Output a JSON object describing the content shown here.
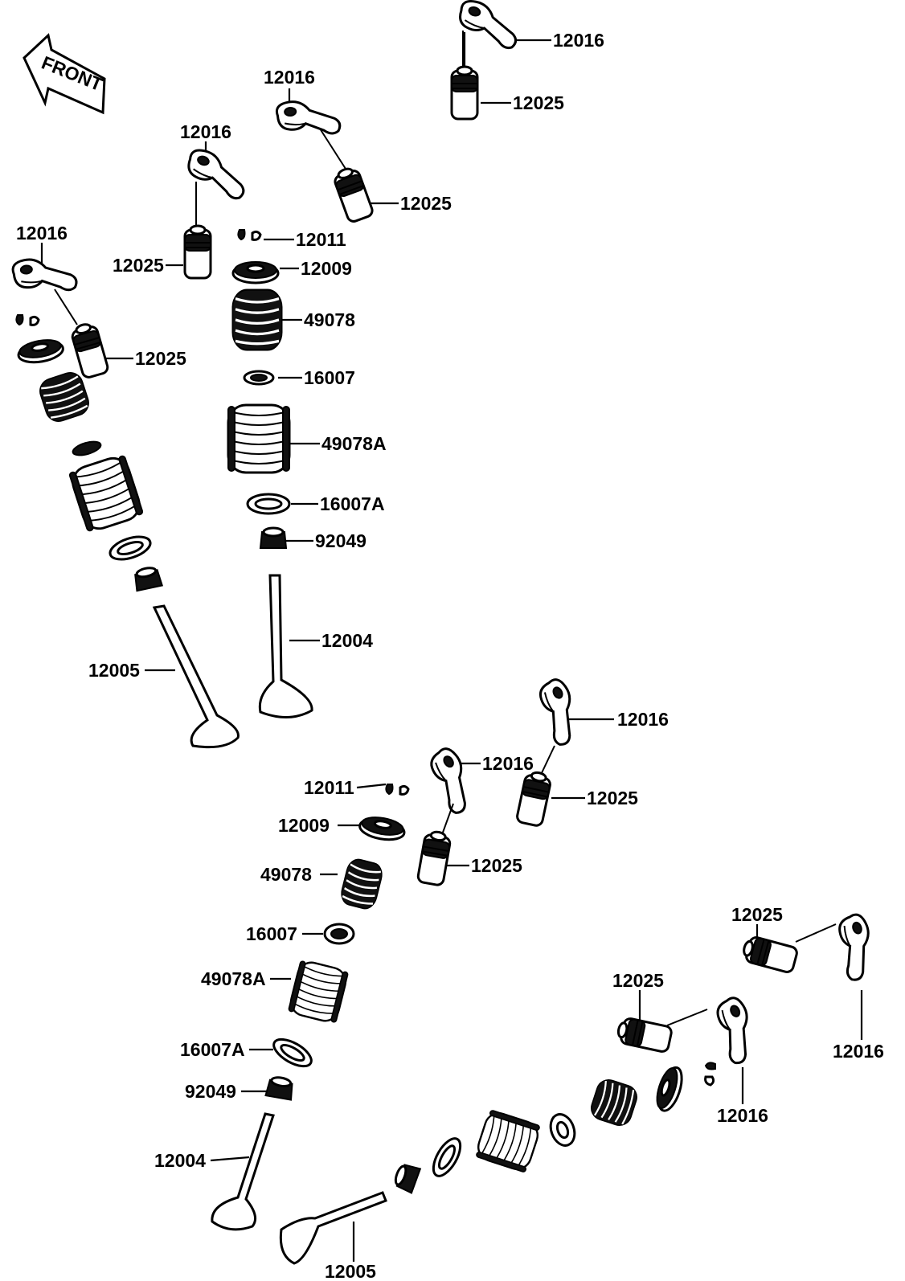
{
  "front_sign": "FRONT",
  "parts": {
    "p12016": "12016",
    "p12025": "12025",
    "p12011": "12011",
    "p12009": "12009",
    "p49078": "49078",
    "p49078A": "49078A",
    "p16007": "16007",
    "p16007A": "16007A",
    "p92049": "92049",
    "p12004": "12004",
    "p12005": "12005"
  }
}
